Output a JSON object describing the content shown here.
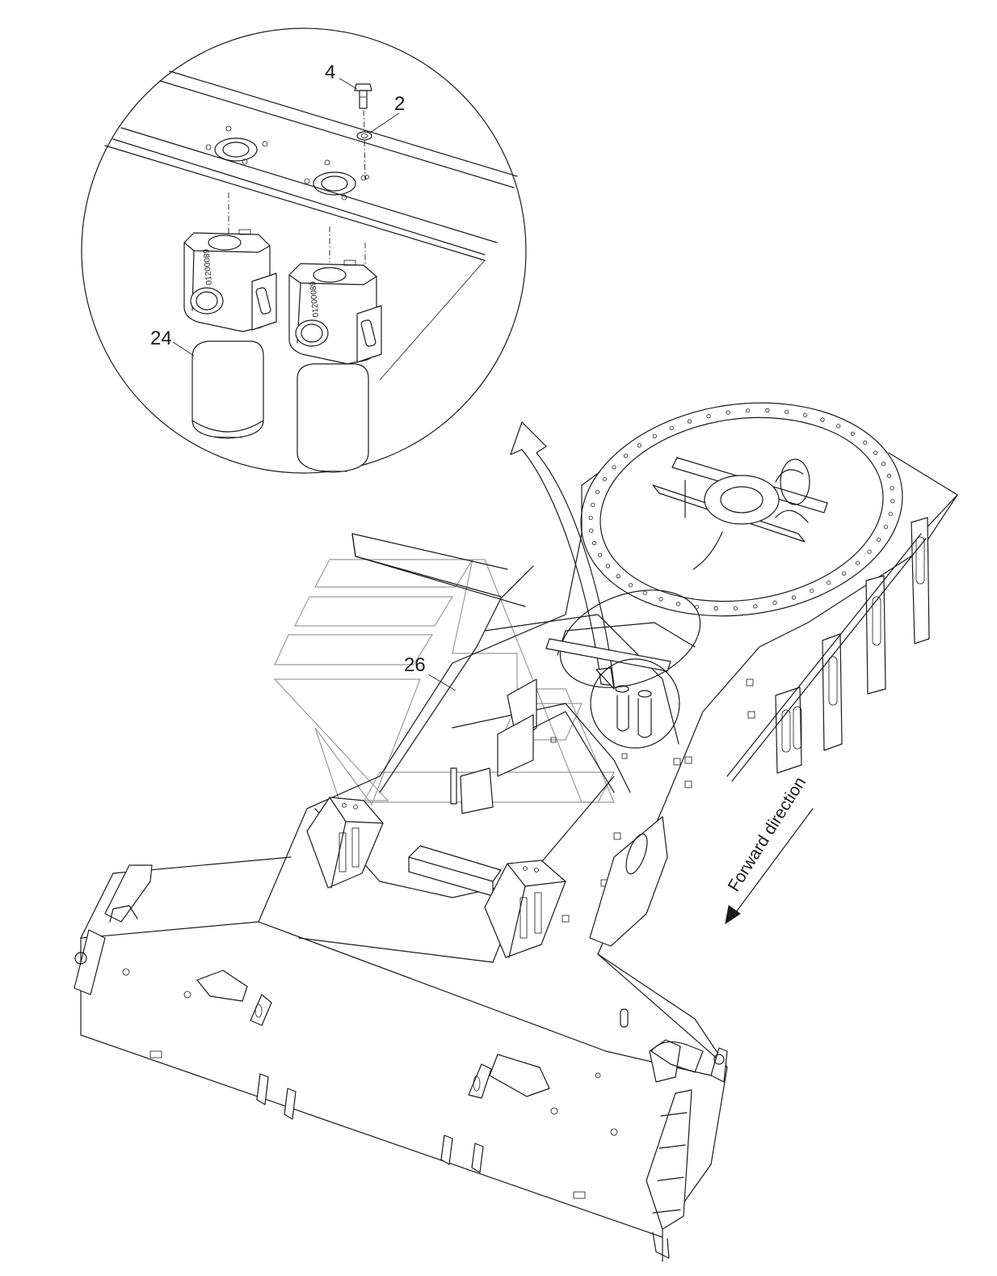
{
  "callouts": {
    "bolt": "4",
    "washer": "2",
    "filter": "24",
    "frame": "26"
  },
  "direction_label": "Forward direction",
  "filter_part_marks": {
    "left": "01200089",
    "right": "01200089"
  },
  "colors": {
    "line": "#1a1a1a",
    "logo_watermark": "#9a9a9a",
    "background": "#ffffff"
  }
}
